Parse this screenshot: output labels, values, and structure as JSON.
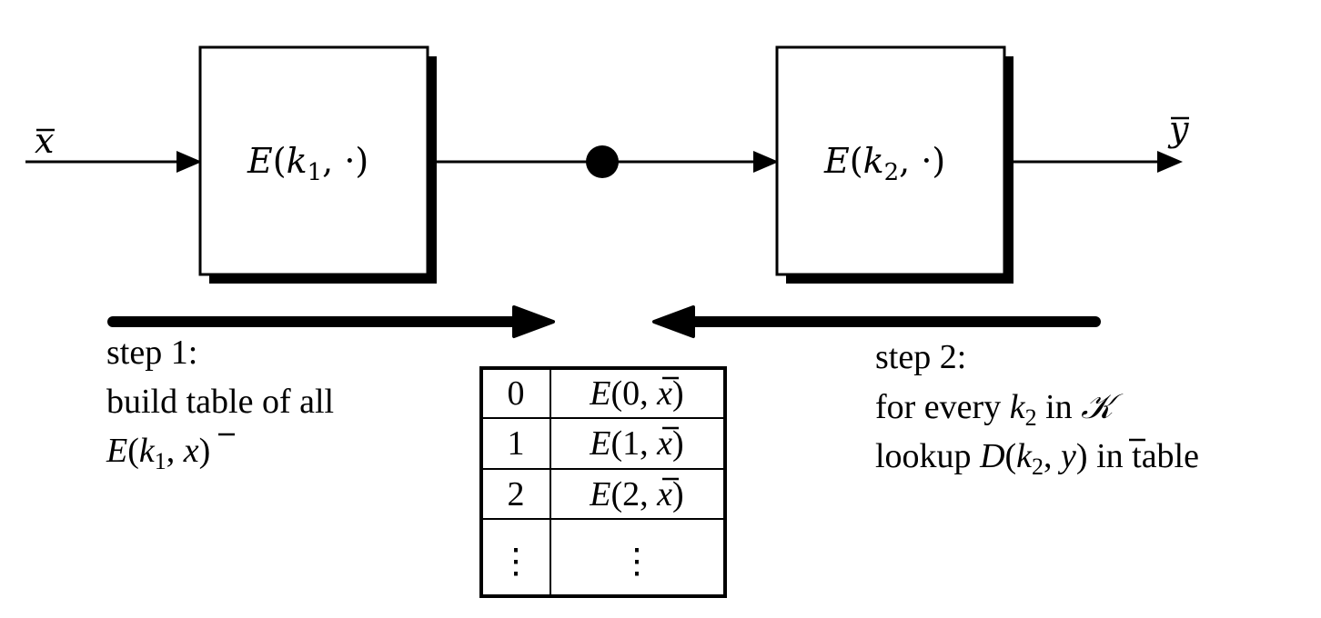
{
  "input": {
    "var": "x",
    "bar": "¯"
  },
  "output": {
    "var": "y"
  },
  "block1": {
    "fn": "E",
    "open": "(",
    "key": "k",
    "sub": "1",
    "sep": ", ",
    "dot": "·",
    "close": ")"
  },
  "block2": {
    "fn": "E",
    "open": "(",
    "key": "k",
    "sub": "2",
    "sep": ", ",
    "dot": "·",
    "close": ")"
  },
  "step1": {
    "line1": "step 1:",
    "line2": "build table of all",
    "line3": {
      "fn": "E",
      "open": "(",
      "key": "k",
      "sub": "1",
      "sep": ", ",
      "arg": "x",
      "close": ")"
    }
  },
  "step2": {
    "line1": "step 2:",
    "line2_pre": "for every ",
    "line2_key": "k",
    "line2_sub": "2",
    "line2_mid": " in ",
    "line2_set": "𝒦",
    "line3_pre": "lookup ",
    "line3_fn": "D",
    "line3_open": "(",
    "line3_key": "k",
    "line3_sub": "2",
    "line3_sep": ", ",
    "line3_arg": "y",
    "line3_close": ")",
    "line3_post": " in table"
  },
  "table": {
    "rows": [
      {
        "key": "0",
        "fn": "E",
        "open": "(",
        "num": "0",
        "sep": ", ",
        "arg": "x",
        "close": ")"
      },
      {
        "key": "1",
        "fn": "E",
        "open": "(",
        "num": "1",
        "sep": ", ",
        "arg": "x",
        "close": ")"
      },
      {
        "key": "2",
        "fn": "E",
        "open": "(",
        "num": "2",
        "sep": ", ",
        "arg": "x",
        "close": ")"
      },
      {
        "key": "⋮",
        "value": "⋮"
      }
    ]
  }
}
